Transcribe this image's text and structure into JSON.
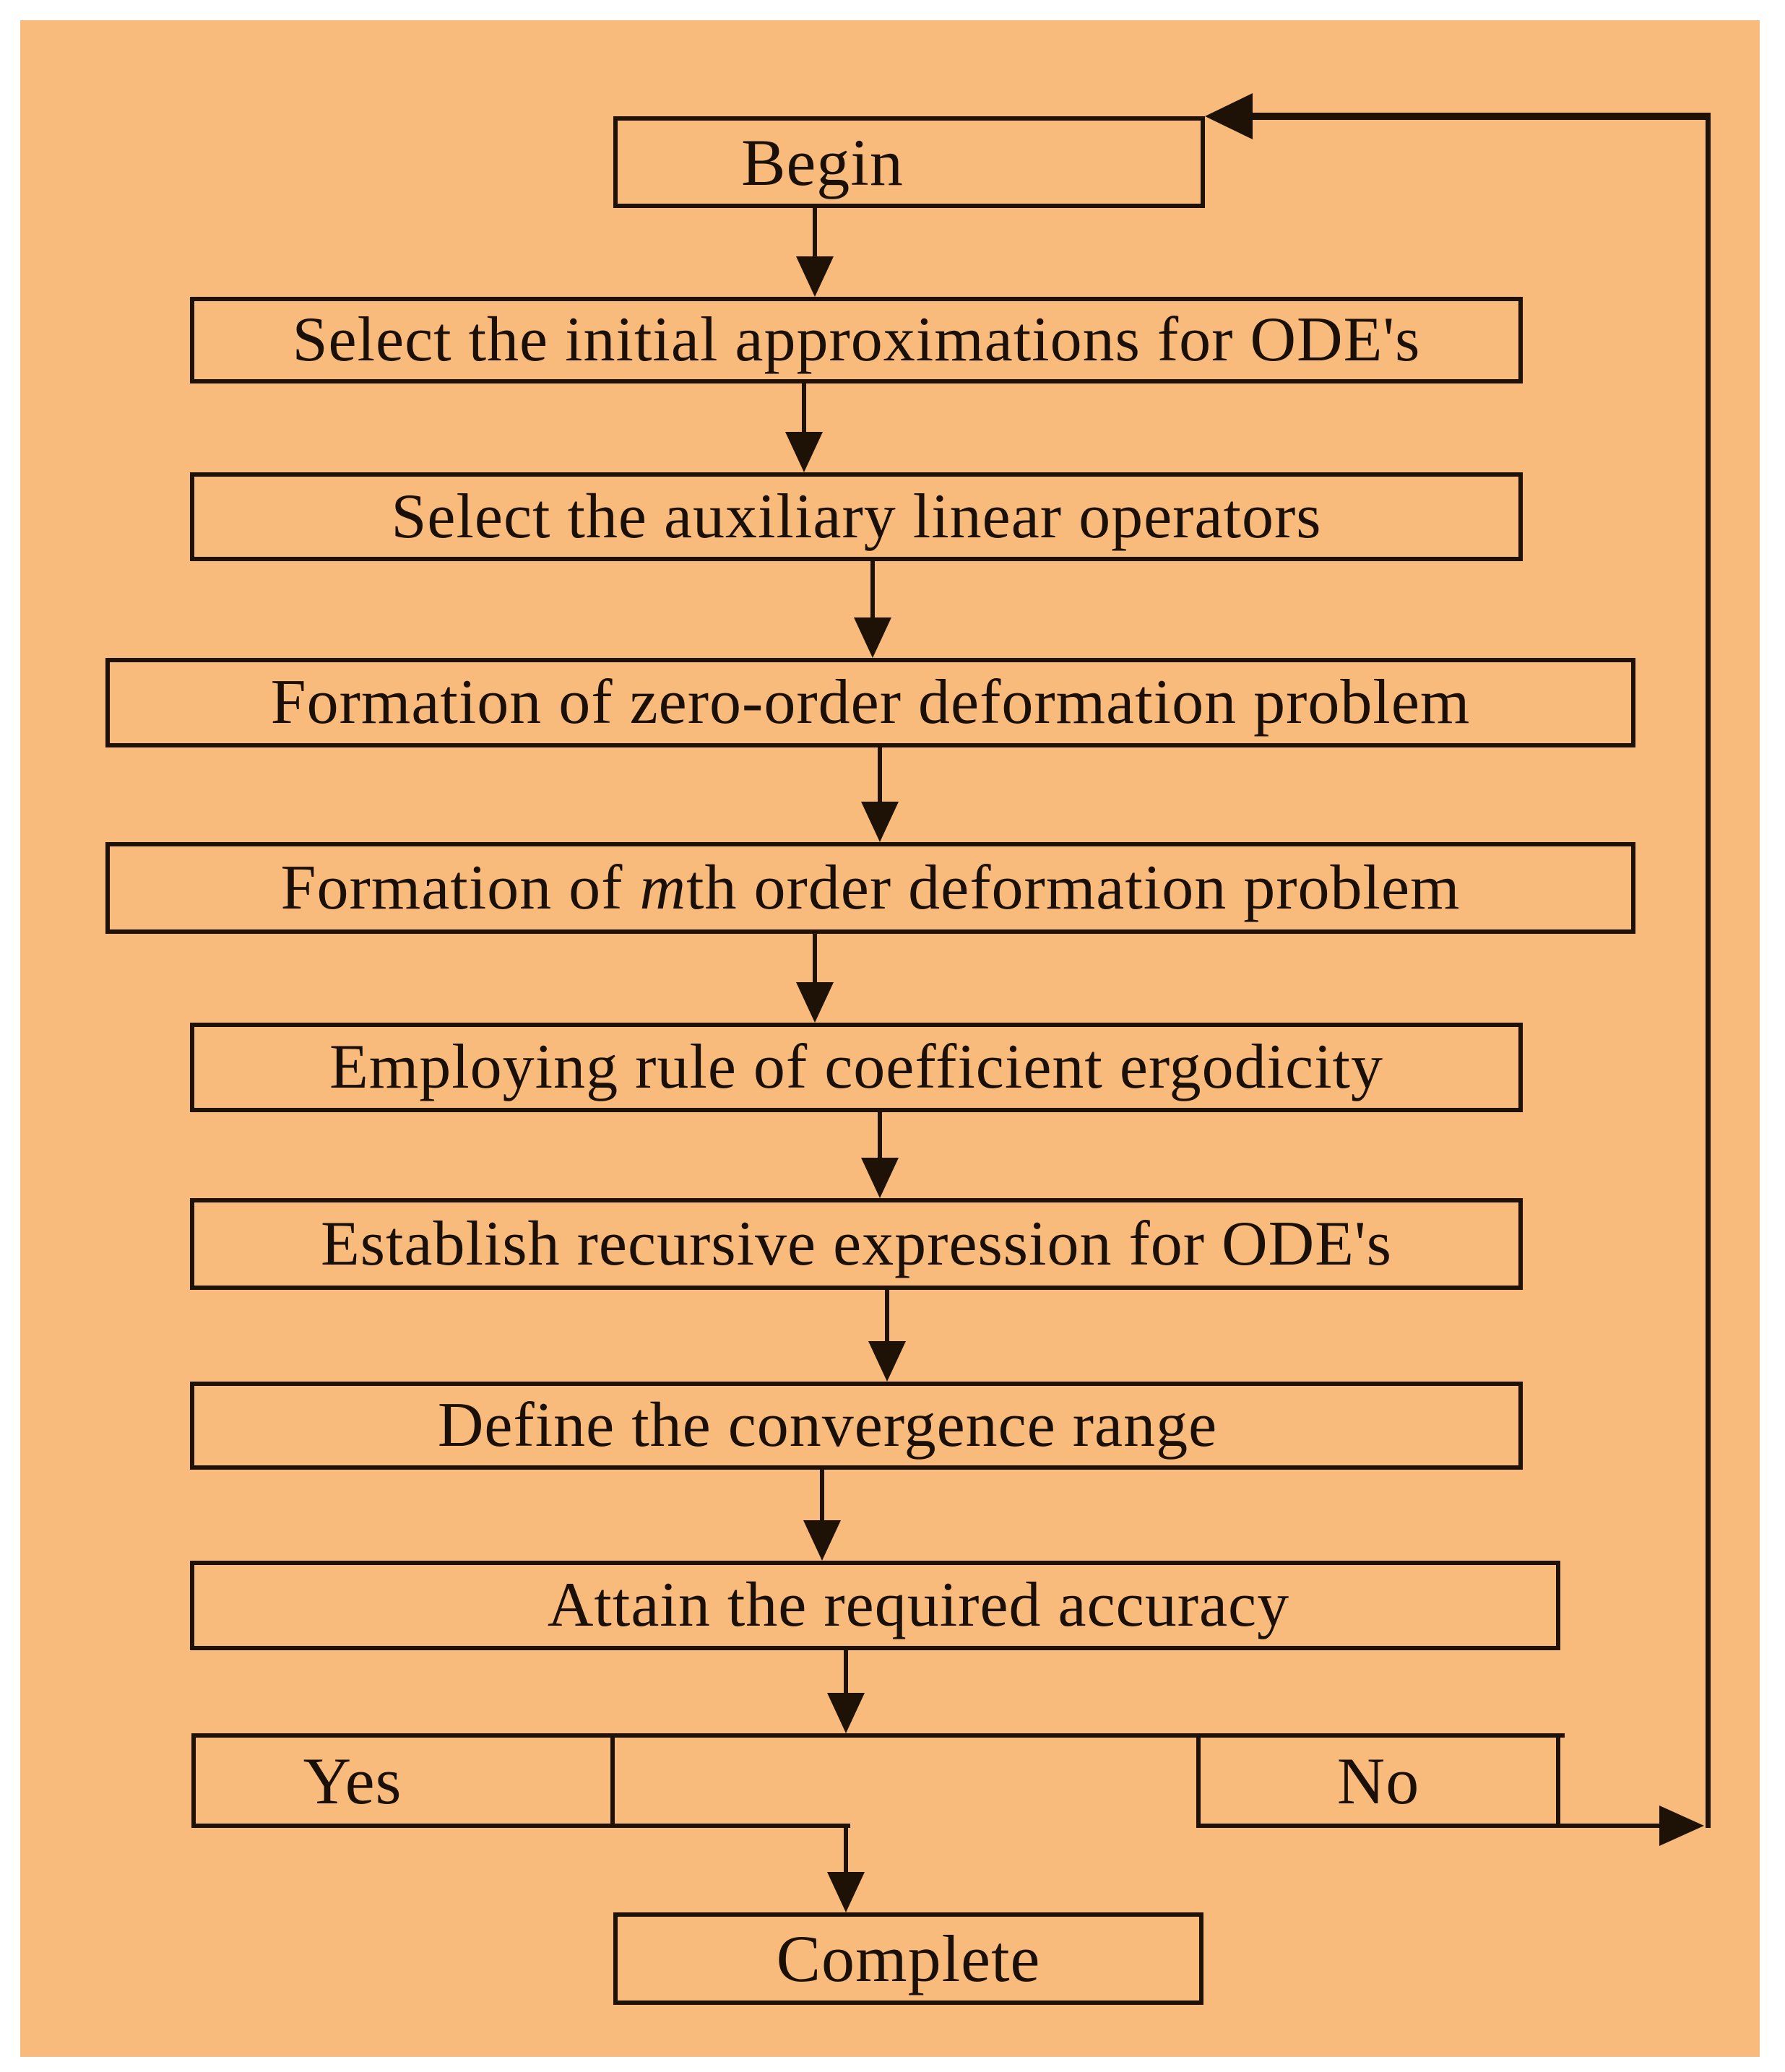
{
  "diagram": {
    "type": "flowchart",
    "colors": {
      "page_bg": "#ffffff",
      "panel": "#f8bb7c",
      "line": "#1e1207",
      "text": "#1a1008"
    },
    "nodes": {
      "begin": {
        "label": "Begin"
      },
      "select_initial": {
        "label": "Select the initial approximations for ODE's"
      },
      "select_auxiliary": {
        "label": "Select the auxiliary linear operators"
      },
      "zero_order": {
        "label": "Formation of zero-order deformation problem"
      },
      "mth_order": {
        "pre": "Formation of ",
        "italic_var": "m",
        "post": "th order deformation problem"
      },
      "ergodicity": {
        "label": "Employing rule of coefficient ergodicity"
      },
      "recursive": {
        "label": "Establish recursive expression for ODE's"
      },
      "convergence": {
        "label": "Define the convergence range"
      },
      "accuracy": {
        "label": "Attain the required accuracy"
      },
      "decision_yes": {
        "label": "Yes"
      },
      "decision_no": {
        "label": "No"
      },
      "complete": {
        "label": "Complete"
      }
    }
  }
}
